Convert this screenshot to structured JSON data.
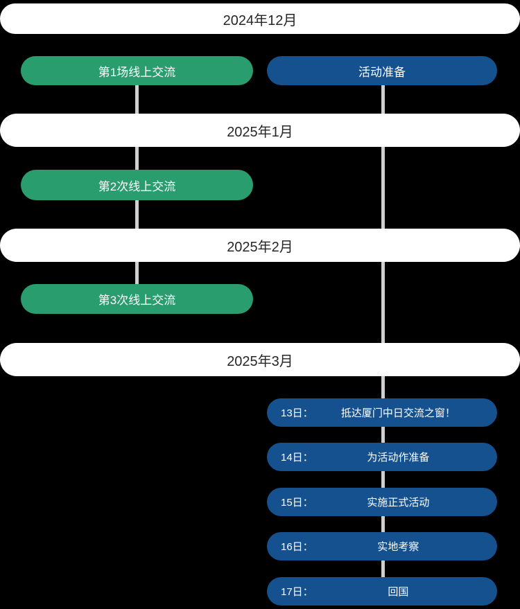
{
  "colors": {
    "background": "#000000",
    "green": "#2A9D6F",
    "blue": "#15518F",
    "bar_bg": "#FFFFFF",
    "bar_text": "#262626",
    "pill_text": "#FFFFFF",
    "connector": "#CFCFCF"
  },
  "timeline": {
    "months": [
      {
        "label": "2024年12月"
      },
      {
        "label": "2025年1月"
      },
      {
        "label": "2025年2月"
      },
      {
        "label": "2025年3月"
      }
    ],
    "green_events": [
      {
        "label": "第1场线上交流"
      },
      {
        "label": "第2次线上交流"
      },
      {
        "label": "第3次线上交流"
      }
    ],
    "blue_event": {
      "label": "活动准备"
    },
    "day_events": [
      {
        "day": "13日：",
        "activity": "抵达厦门中日交流之窗！"
      },
      {
        "day": "14日：",
        "activity": "为活动作准备"
      },
      {
        "day": "15日：",
        "activity": "实施正式活动"
      },
      {
        "day": "16日：",
        "activity": "实地考察"
      },
      {
        "day": "17日：",
        "activity": "回国"
      }
    ]
  }
}
